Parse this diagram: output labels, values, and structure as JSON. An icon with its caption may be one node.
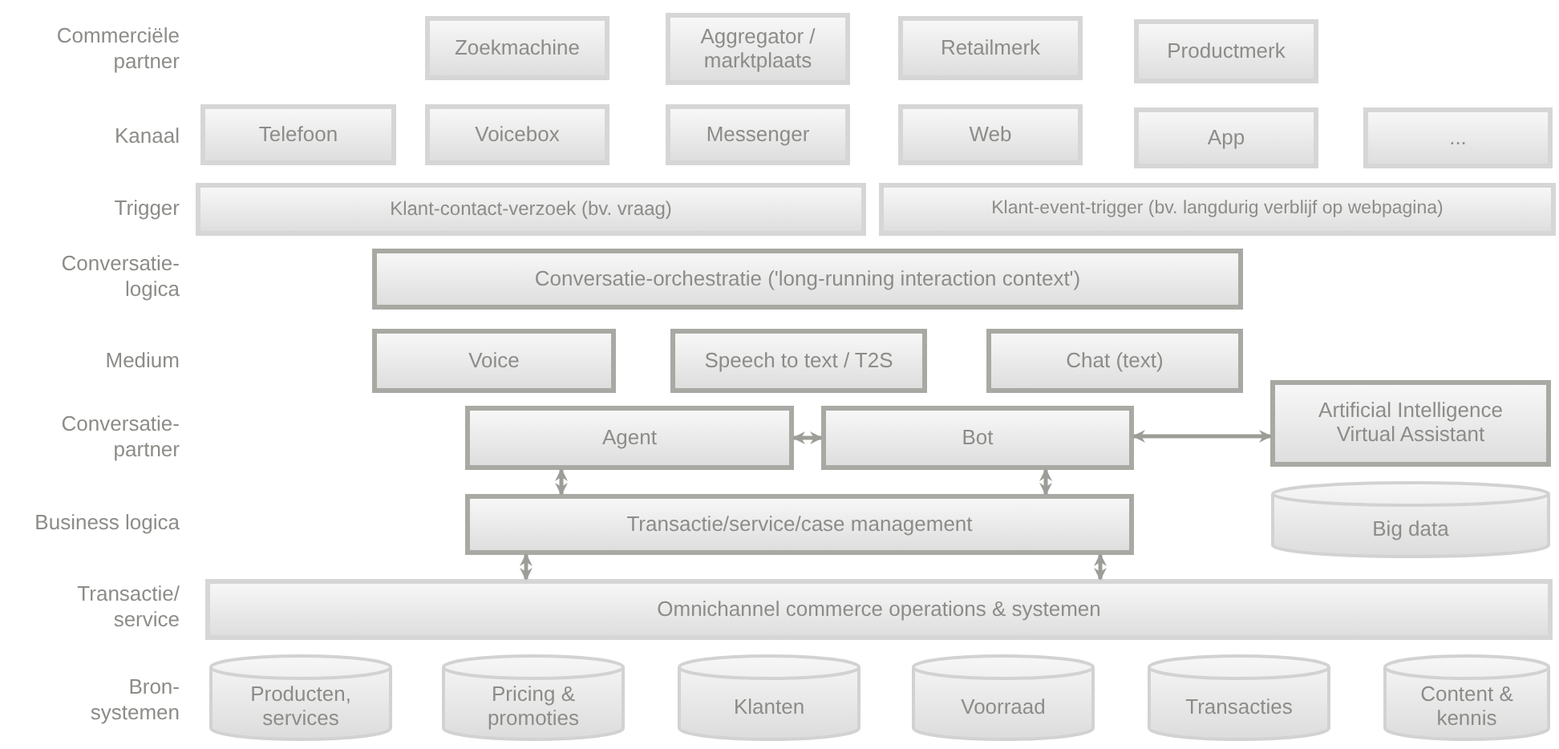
{
  "diagram": {
    "nodes": [
      {
        "text": [
          "Zoekmachine"
        ]
      },
      {
        "text": [
          "Aggregator / marktplaats"
        ]
      },
      {
        "text": [
          "Retailmerk"
        ]
      },
      {
        "text": [
          "Productmerk"
        ]
      },
      {
        "text": [
          "Telefoon"
        ]
      },
      {
        "text": [
          "Voicebox"
        ]
      },
      {
        "text": [
          "Messenger"
        ]
      },
      {
        "text": [
          "Web"
        ]
      },
      {
        "text": [
          "App"
        ]
      },
      {
        "text": [
          "..."
        ]
      },
      {
        "text": [
          "Klant-contact-verzoek (bv. vraag)"
        ]
      },
      {
        "text": [
          "Klant-event-trigger (bv. langdurig verblijf op webpagina)"
        ]
      },
      {
        "text": [
          "Conversatie-orchestratie ('long-running interaction context')"
        ]
      },
      {
        "text": [
          "Voice"
        ]
      },
      {
        "text": [
          "Speech to text / T2S"
        ]
      },
      {
        "text": [
          "Chat (text)"
        ]
      },
      {
        "text": [
          "Agent"
        ]
      },
      {
        "text": [
          "Bot"
        ]
      },
      {
        "text": [
          "Artificial Intelligence Virtual Assistant"
        ]
      },
      {
        "text": [
          "Transactie/service/case management"
        ]
      },
      {
        "text": [
          "Big data"
        ]
      },
      {
        "text": [
          "Omnichannel commerce operations & systemen"
        ]
      },
      {
        "text": [
          "Producten, services"
        ]
      },
      {
        "text": [
          "Pricing & promoties"
        ]
      },
      {
        "text": [
          "Klanten"
        ]
      },
      {
        "text": [
          "Voorraad"
        ]
      },
      {
        "text": [
          "Transacties"
        ]
      },
      {
        "text": [
          "Content & kennis"
        ]
      }
    ],
    "edges": [
      {
        "from": 16,
        "to": 17,
        "arrow": "both"
      },
      {
        "from": 17,
        "to": 18,
        "arrow": "both"
      },
      {
        "from": 16,
        "to": 19,
        "arrow": "both"
      },
      {
        "from": 17,
        "to": 19,
        "arrow": "both"
      },
      {
        "from": 19,
        "to": 21,
        "arrow": "both"
      },
      {
        "from": 19,
        "to": 21,
        "arrow": "both"
      }
    ],
    "labels": [
      "Commerciële partner",
      "Kanaal",
      "Trigger",
      "Conversatie- logica",
      "Medium",
      "Conversatie- partner",
      "Business logica",
      "Transactie/ service",
      "Bron- systemen"
    ]
  }
}
